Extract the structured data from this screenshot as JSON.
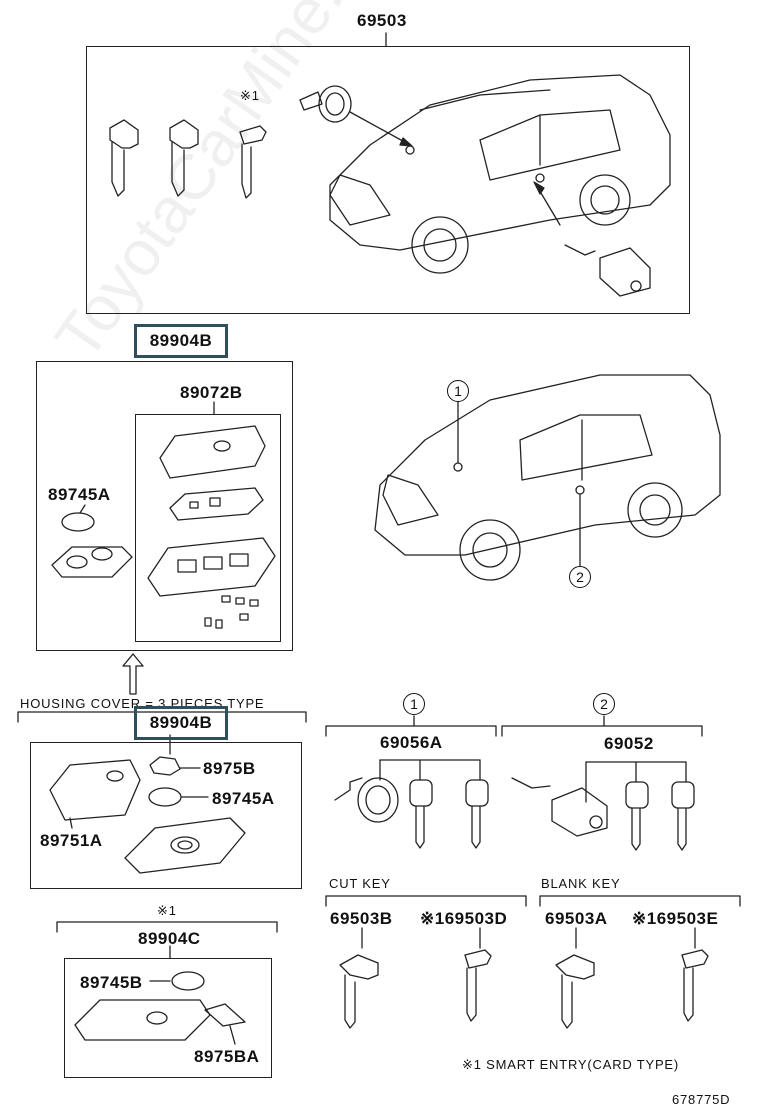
{
  "diagram": {
    "top_part": "69503",
    "assembly_b": "89904B",
    "assembly_b2": "89904B",
    "assembly_c": "89904C",
    "sub_89072B": "89072B",
    "battery_a_left": "89745A",
    "housing_note": "HOUSING COVER = 3 PIECES TYPE",
    "part_8975B": "8975B",
    "battery_a_right": "89745A",
    "cover_89751A": "89751A",
    "smart_mark_c": "※1",
    "battery_b": "89745B",
    "part_8975BA": "8975BA",
    "callout_1": "1",
    "callout_2": "2",
    "group1_no": "1",
    "group1_part": "69056A",
    "group2_no": "2",
    "group2_part": "69052",
    "cut_key_title": "CUT KEY",
    "blank_key_title": "BLANK KEY",
    "cut_key_1": "69503B",
    "cut_key_2": "※169503D",
    "blank_key_1": "69503A",
    "blank_key_2": "※169503E",
    "key_top_mark": "※1",
    "footnote": "※1 SMART ENTRY(CARD TYPE)",
    "diagram_id": "678775D",
    "watermark": "ToyotaCarMine.ru"
  }
}
